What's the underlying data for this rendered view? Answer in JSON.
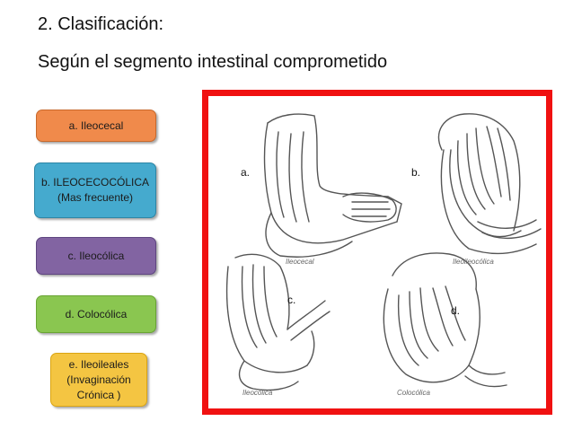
{
  "header": {
    "title": "2. Clasificación:",
    "subtitle": "Según el segmento intestinal comprometido"
  },
  "categories": [
    {
      "label": "a. Ileocecal",
      "color": "#f08a4b"
    },
    {
      "label_line1": "b. ILEOCECOCÓLICA",
      "label_line2": "(Mas frecuente)",
      "color": "#45aace"
    },
    {
      "label": "c. Ileocólica",
      "color": "#8264a2"
    },
    {
      "label": "d. Colocólica",
      "color": "#8ac650"
    },
    {
      "label_line1": "e. Ileoileales",
      "label_line2": "(Invaginación",
      "label_line3": "Crónica )",
      "color": "#f4c542"
    }
  ],
  "figure": {
    "frame_color": "#f01111",
    "labels": {
      "a": "a.",
      "b": "b.",
      "c": "c.",
      "d": "d."
    },
    "captions": {
      "a": "Ileocecal",
      "b": "Ileoileocólica",
      "c": "Ileocólica",
      "d": "Colocólica"
    }
  }
}
